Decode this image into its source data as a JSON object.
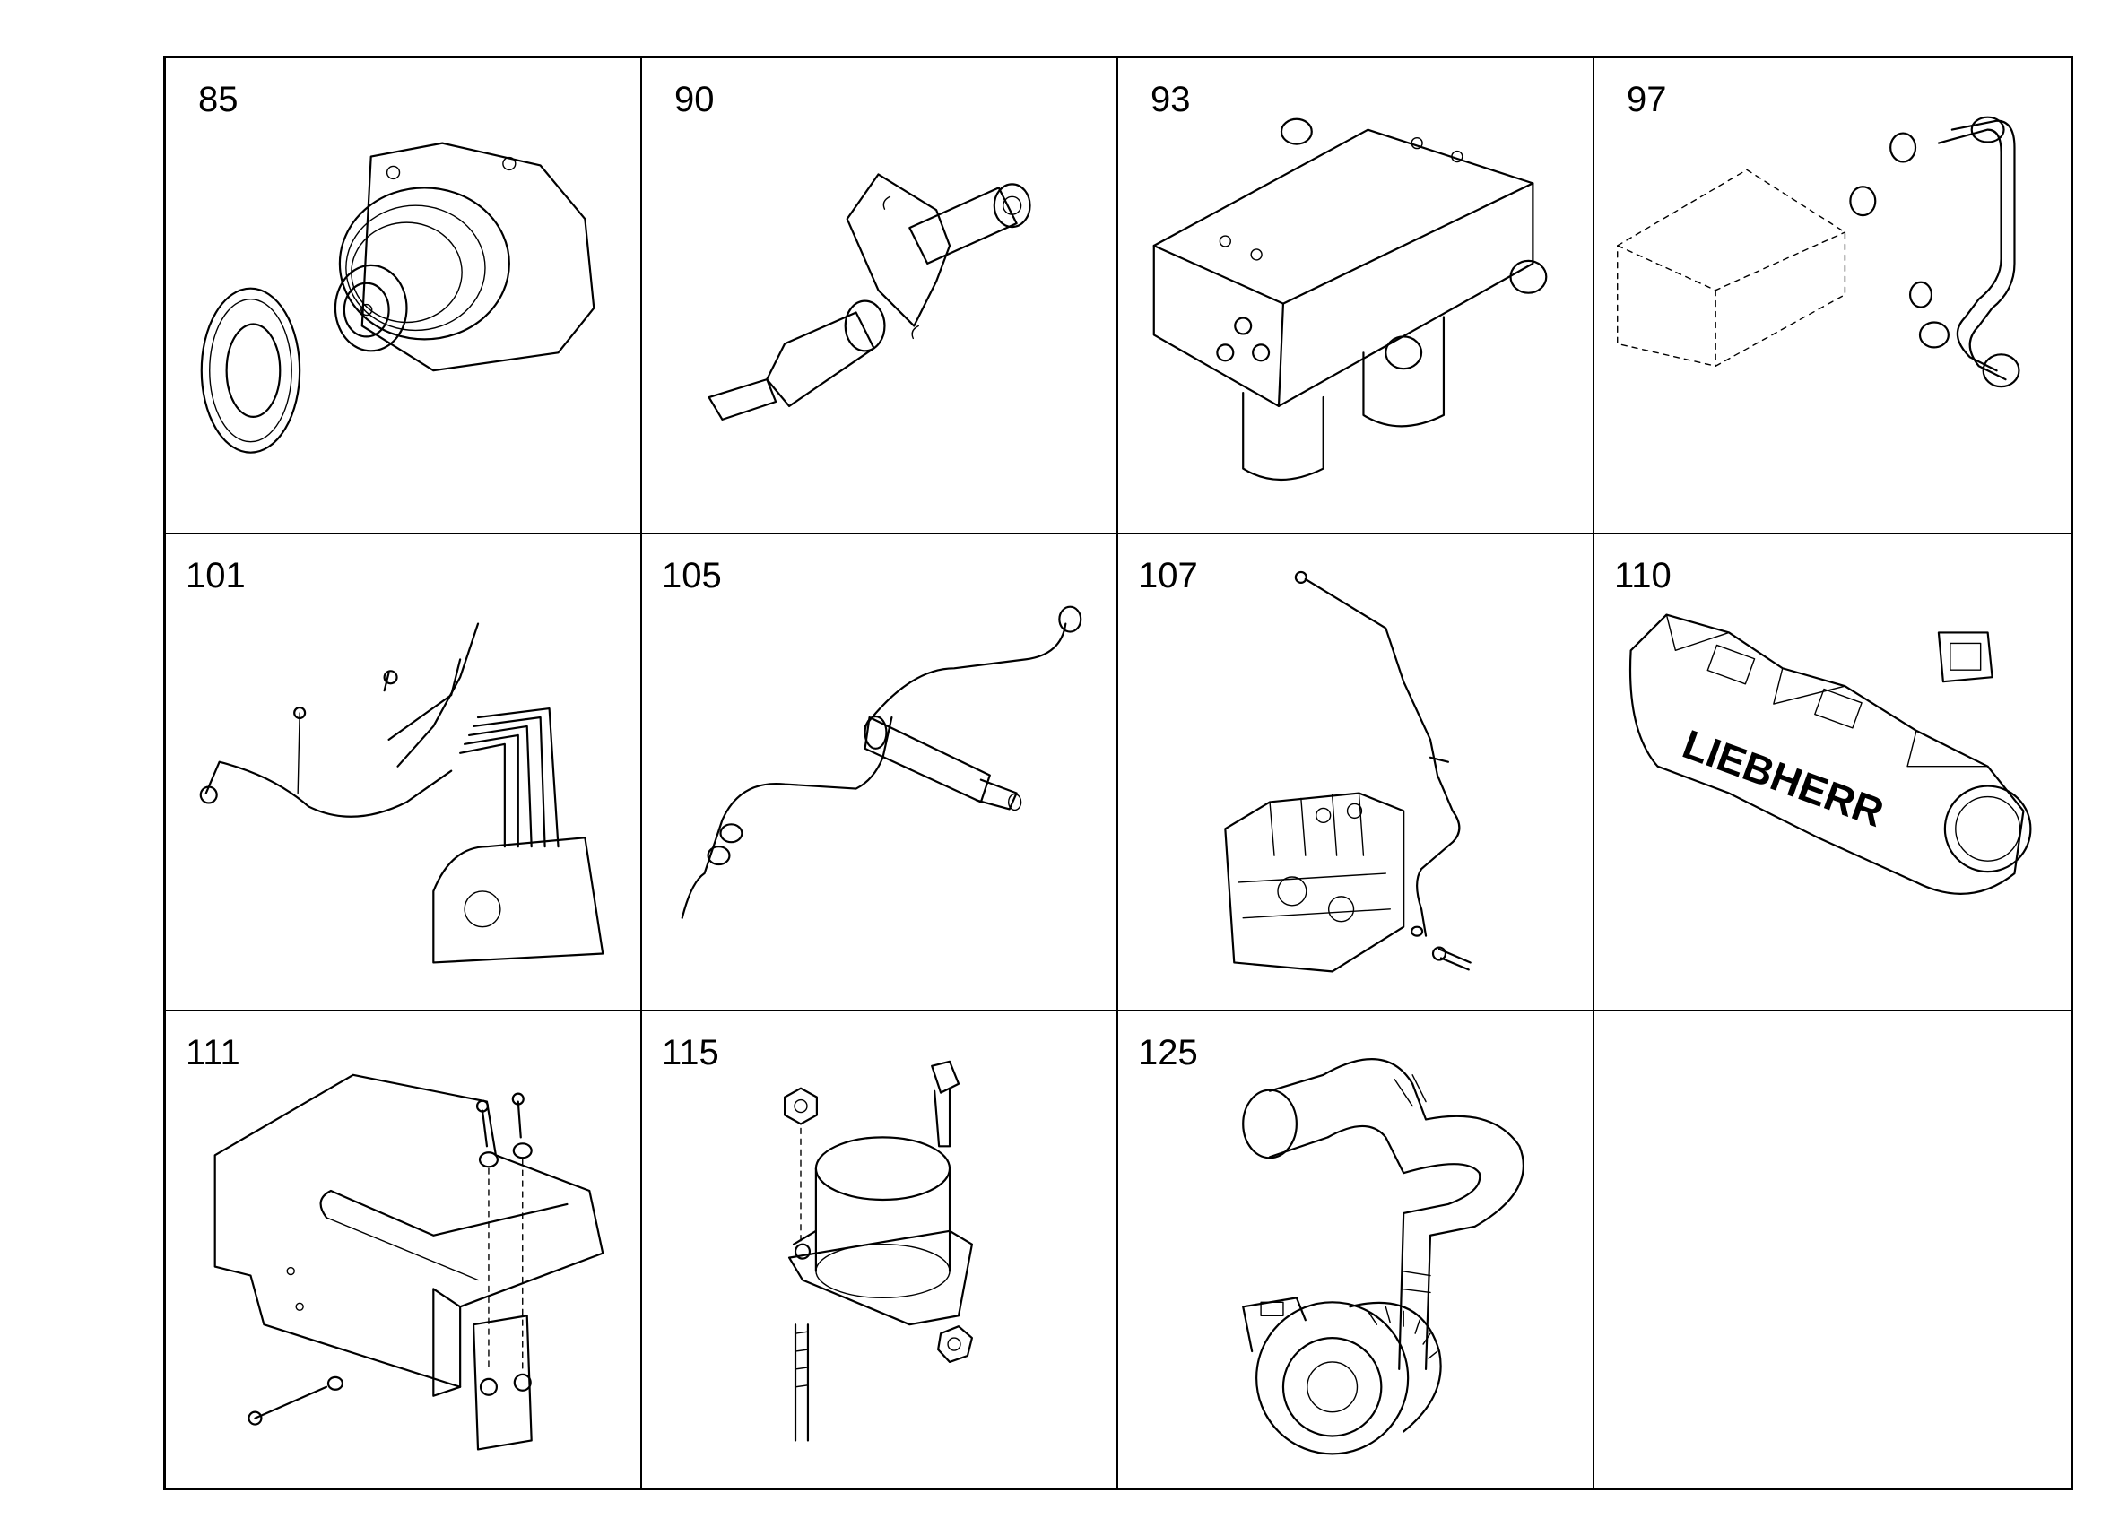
{
  "figures": [
    {
      "number": "85"
    },
    {
      "number": "90"
    },
    {
      "number": "93"
    },
    {
      "number": "97"
    },
    {
      "number": "101"
    },
    {
      "number": "105"
    },
    {
      "number": "107"
    },
    {
      "number": "110",
      "logo_text": "LIEBHERR"
    },
    {
      "number": "111"
    },
    {
      "number": "115"
    },
    {
      "number": "125"
    },
    {
      "number": ""
    }
  ]
}
